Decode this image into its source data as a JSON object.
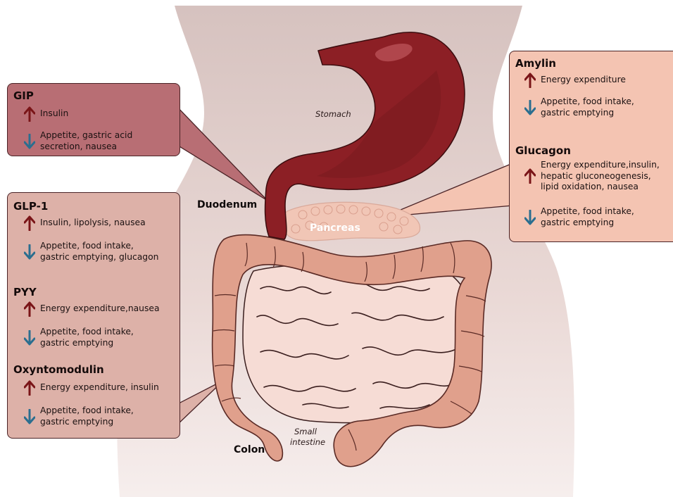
{
  "labels": {
    "stomach": "Stomach",
    "duodenum": "Duodenum",
    "pancreas": "Pancreas",
    "colon": "Colon",
    "small_intestine_line1": "Small",
    "small_intestine_line2": "intestine"
  },
  "gip": {
    "title": "GIP",
    "up": "Insulin",
    "down_line1": "Appetite, gastric acid",
    "down_line2": "secretion, nausea"
  },
  "glp1": {
    "title": "GLP-1",
    "up": "Insulin, lipolysis, nausea",
    "down_line1": "Appetite, food intake,",
    "down_line2": "gastric emptying, glucagon"
  },
  "pyy": {
    "title": "PYY",
    "up": "Energy expenditure,nausea",
    "down_line1": "Appetite, food intake,",
    "down_line2": "gastric emptying"
  },
  "oxyntomodulin": {
    "title": "Oxyntomodulin",
    "up": "Energy expenditure, insulin",
    "down_line1": "Appetite, food intake,",
    "down_line2": "gastric emptying"
  },
  "amylin": {
    "title": "Amylin",
    "up": "Energy expenditure",
    "down_line1": "Appetite, food intake,",
    "down_line2": "gastric emptying"
  },
  "glucagon": {
    "title": "Glucagon",
    "up_line1": "Energy expenditure,insulin,",
    "up_line2": "hepatic gluconeogenesis,",
    "up_line3": "lipid oxidation, nausea",
    "down_line1": "Appetite, food intake,",
    "down_line2": "gastric emptying"
  },
  "colors": {
    "up_arrow": "#7a1518",
    "down_arrow": "#2b6e8f",
    "stomach": "#8c1f25",
    "intestine": "#e0a08c",
    "gip_box": "#b86e74",
    "left_box": "#ddb1a8",
    "right_box": "#f4c4b2"
  }
}
